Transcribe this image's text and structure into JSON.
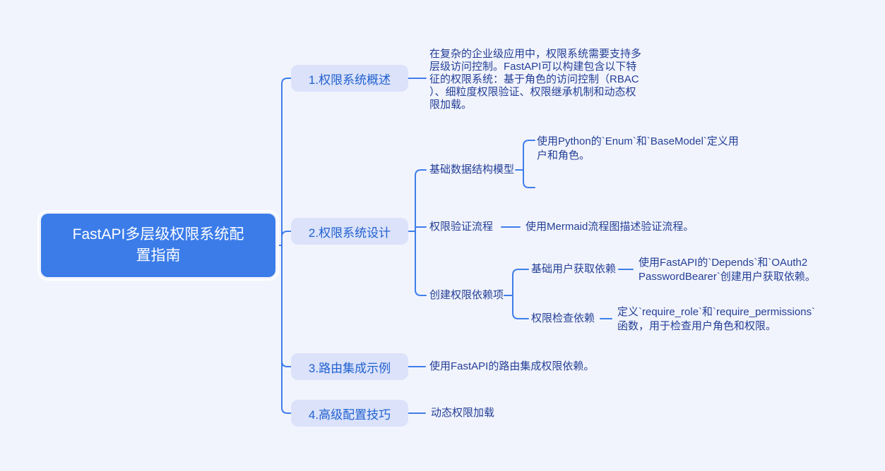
{
  "canvas": {
    "background_color": "#f2f4fd",
    "line_color": "#3e7ee9",
    "root_fill_color": "#3b7ce9",
    "branch_fill_color": "#dbe2fa",
    "branch_text_color": "#2161cf",
    "plain_text_color": "#233f96"
  },
  "root": {
    "label": "FastAPI多层级权限系统配\n置指南"
  },
  "branches": [
    {
      "label": "1.权限系统概述",
      "note": "在复杂的企业级应用中，权限系统需要支持多\n层级访问控制。FastAPI可以构建包含以下特\n征的权限系统：基于角色的访问控制（RBAC\n）、细粒度权限验证、权限继承机制和动态权\n限加载。"
    },
    {
      "label": "2.权限系统设计",
      "children": [
        {
          "label": "基础数据结构模型",
          "note": "使用Python的`Enum`和`BaseModel`定义用\n户和角色。"
        },
        {
          "label": "权限验证流程",
          "note": "使用Mermaid流程图描述验证流程。"
        },
        {
          "label": "创建权限依赖项",
          "children": [
            {
              "label": "基础用户获取依赖",
              "note": "使用FastAPI的`Depends`和`OAuth2\nPasswordBearer`创建用户获取依赖。"
            },
            {
              "label": "权限检查依赖",
              "note": "定义`require_role`和`require_permissions`\n函数，用于检查用户角色和权限。"
            }
          ]
        }
      ]
    },
    {
      "label": "3.路由集成示例",
      "note": "使用FastAPI的路由集成权限依赖。"
    },
    {
      "label": "4.高级配置技巧",
      "note": "动态权限加载"
    }
  ]
}
